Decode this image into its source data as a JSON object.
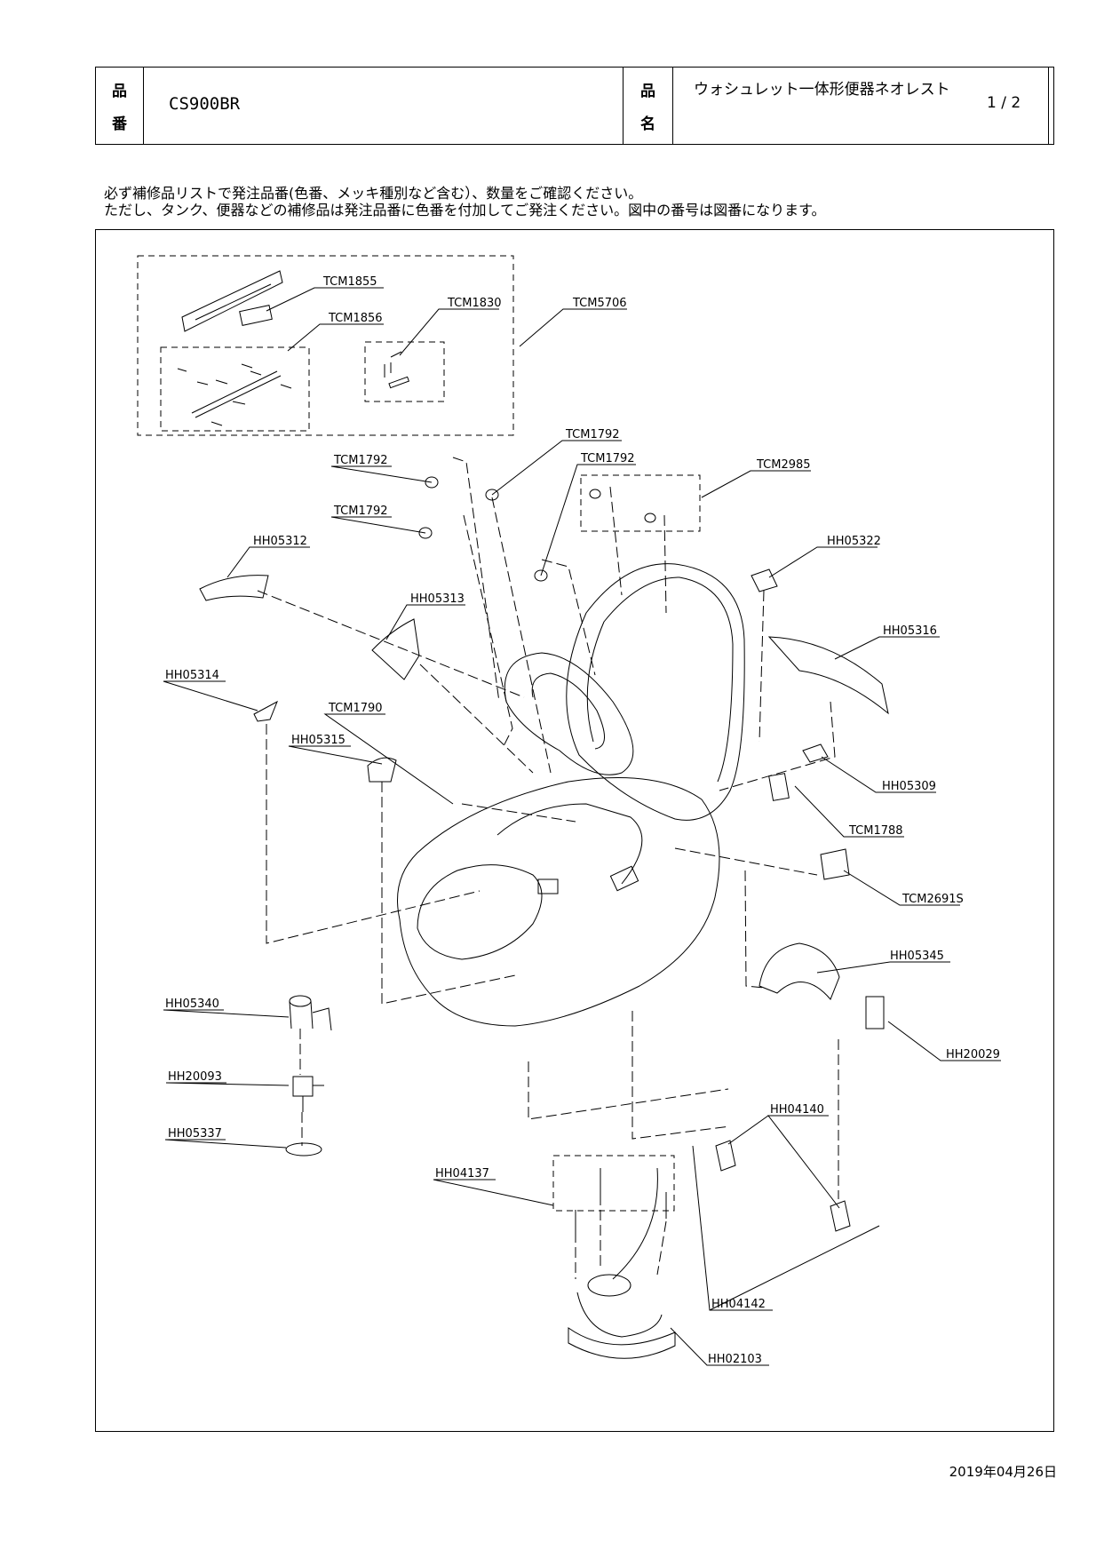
{
  "header": {
    "hinban_label": [
      "品",
      "番"
    ],
    "hinban_value": "CS900BR",
    "hinmei_label": [
      "品",
      "名"
    ],
    "hinmei_value": "ウォシュレット一体形便器ネオレスト",
    "page": "1 / 2"
  },
  "notice": {
    "line1": "必ず補修品リストで発注品番(色番、メッキ種別など含む）、数量をご確認ください。",
    "line2": "ただし、タンク、便器などの補修品は発注品番に色番を付加してご発注ください。図中の番号は図番になります。"
  },
  "parts": {
    "tcm1855": "TCM1855",
    "tcm1856": "TCM1856",
    "tcm1830": "TCM1830",
    "tcm5706": "TCM5706",
    "tcm1792_a": "TCM1792",
    "tcm1792_b": "TCM1792",
    "tcm1792_c": "TCM1792",
    "tcm1792_d": "TCM1792",
    "tcm2985": "TCM2985",
    "hh05312": "HH05312",
    "hh05322": "HH05322",
    "hh05313": "HH05313",
    "hh05316": "HH05316",
    "hh05314": "HH05314",
    "tcm1790": "TCM1790",
    "hh05315": "HH05315",
    "hh05309": "HH05309",
    "tcm1788": "TCM1788",
    "tcm2691s": "TCM2691S",
    "hh05345": "HH05345",
    "hh05340": "HH05340",
    "hh20029": "HH20029",
    "hh20093": "HH20093",
    "hh04140": "HH04140",
    "hh05337": "HH05337",
    "hh04137": "HH04137",
    "hh04142": "HH04142",
    "hh02103": "HH02103"
  },
  "date": "2019年04月26日"
}
